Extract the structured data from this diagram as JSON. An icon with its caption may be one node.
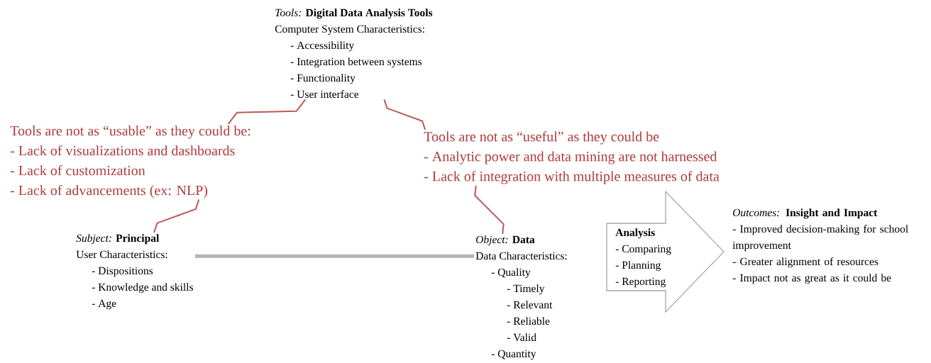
{
  "diagram": {
    "nodes": [
      {
        "text": [
          "*Tools:* **Digital Data Analysis Tools**",
          "Computer System Characteristics:",
          "- Accessibility",
          "- Integration between systems",
          "- Functionality",
          "- User interface"
        ]
      },
      {
        "text": [
          "Tools are not as “usable” as they could be:",
          "- Lack of visualizations and dashboards",
          "- Lack of customization",
          "- Lack of advancements (ex: NLP)"
        ]
      },
      {
        "text": [
          "Tools are not as “useful” as they could be",
          "- Analytic power and data mining are not harnessed",
          "- Lack of integration with multiple measures of data"
        ]
      },
      {
        "text": [
          "*Subject:* **Principal**",
          "User Characteristics:",
          "- Dispositions",
          "- Knowledge and skills",
          "- Age"
        ]
      },
      {
        "text": [
          "*Object:* **Data**",
          "Data Characteristics:",
          "- Quality",
          "- Timely",
          "- Relevant",
          "- Reliable",
          "- Valid",
          "- Quantity"
        ]
      },
      {
        "text": [
          "Analysis",
          "- Comparing",
          "- Planning",
          "- Reporting"
        ]
      },
      {
        "text": [
          "*Outcomes:* **Insight and Impact**",
          "- Improved decision-making for school improvement",
          "- Greater alignment of resources",
          "- Impact not as great as it could be"
        ]
      }
    ],
    "edges": [
      {
        "from": 0,
        "to": 1,
        "arrow": "none"
      },
      {
        "from": 0,
        "to": 2,
        "arrow": "none"
      },
      {
        "from": 1,
        "to": 3,
        "arrow": "none"
      },
      {
        "from": 2,
        "to": 4,
        "arrow": "none"
      },
      {
        "from": 3,
        "to": 4,
        "arrow": "none",
        "style": "thick",
        "color": "#b3b3b3"
      }
    ]
  }
}
